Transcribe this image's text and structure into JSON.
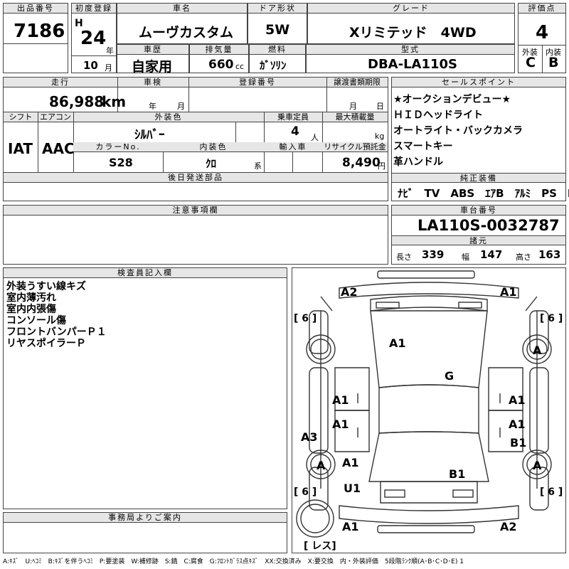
{
  "lot": {
    "label": "出品番号",
    "value": "7186"
  },
  "first_reg": {
    "label": "初度登録",
    "era": "H",
    "year": "24",
    "year_unit": "年",
    "month": "10",
    "month_unit": "月"
  },
  "car_name": {
    "label": "車名",
    "value": "ムーヴカスタム"
  },
  "door": {
    "label": "ドア形状",
    "value": "5W"
  },
  "grade": {
    "label": "グレード",
    "value": "Xリミテッド　4WD"
  },
  "score": {
    "label": "評価点",
    "value": "4",
    "ext_label": "外装",
    "int_label": "内装",
    "ext": "C",
    "int": "B"
  },
  "history": {
    "label": "車歴",
    "value": "自家用"
  },
  "displacement": {
    "label": "排気量",
    "value": "660",
    "unit": "cc"
  },
  "fuel": {
    "label": "燃料",
    "value": "ｶﾞｿﾘﾝ"
  },
  "model_code": {
    "label": "型式",
    "value": "DBA-LA110S"
  },
  "mileage": {
    "label": "走行",
    "value": "86,988",
    "unit": "km"
  },
  "inspection": {
    "label": "車検",
    "year_unit": "年",
    "month_unit": "月"
  },
  "reg_no": {
    "label": "登録番号"
  },
  "transfer": {
    "label": "譲渡書類期限",
    "month_unit": "月",
    "day_unit": "日"
  },
  "shift": {
    "label": "シフト",
    "value": "IAT"
  },
  "aircon": {
    "label": "エアコン",
    "value": "AAC"
  },
  "ext_color": {
    "label": "外装色",
    "value": "ｼﾙﾊﾞｰ"
  },
  "capacity": {
    "label": "乗車定員",
    "value": "4",
    "unit": "人"
  },
  "max_load": {
    "label": "最大積載量",
    "unit": "kg"
  },
  "color_no": {
    "label": "カラーNo.",
    "value": "S28"
  },
  "int_color": {
    "label": "内装色",
    "value": "ｸﾛ",
    "unit": "系"
  },
  "import": {
    "label": "輸入車"
  },
  "recycle": {
    "label": "リサイクル預託金",
    "value": "8,490",
    "unit": "円"
  },
  "later_parts": {
    "label": "後日発送部品"
  },
  "sales_points": {
    "label": "セールスポイント",
    "items": [
      "★オークションデビュー★",
      "ＨＩＤヘッドライト",
      "オートライト・バックカメラ",
      "スマートキー",
      "革ハンドル"
    ]
  },
  "equipment": {
    "label": "純正装備",
    "value": "ﾅﾋﾞ　TV　ABS　ｴｱB　ｱﾙﾐ　PS　PW"
  },
  "notes": {
    "label": "注意事項欄"
  },
  "chassis": {
    "label": "車台番号",
    "value": "LA110S-0032787"
  },
  "specs": {
    "label": "諸元",
    "length_label": "長さ",
    "length": "339",
    "width_label": "幅",
    "width": "147",
    "height_label": "高さ",
    "height": "163"
  },
  "inspector": {
    "label": "検査員記入欄",
    "lines": [
      "外装うすい線キズ",
      "室内薄汚れ",
      "室内内張傷",
      "コンソール傷",
      "フロントバンパーＰ１",
      "リヤスポイラーＰ"
    ]
  },
  "office": {
    "label": "事務局よりご案内"
  },
  "diagram": {
    "marks": {
      "a2_tl": "A2",
      "a1_tr": "A1",
      "a1_hood": "A1",
      "g_glass": "G",
      "a1_fl_door": "A1",
      "a1_fr_door": "A1",
      "a1_rl_door": "A1",
      "a1_rr_door": "A1",
      "b1_rr_door": "B1",
      "a3_left": "A3",
      "a1_left_rear": "A1",
      "u1_left": "U1",
      "b1_roof": "B1",
      "a1_bl": "A1",
      "a2_br": "A2",
      "bl_6": "[ 6 ]",
      "br_6": "[ 6 ]",
      "tl_6": "[ 6 ]",
      "tr_6": "[ 6 ]",
      "wheel_a": "A",
      "res": "[ レス]"
    }
  },
  "legend": "A:ｷｽﾞ　U:ﾍｺﾐ　B:ｷｽﾞを伴うﾍｺﾐ　P:要塗装　W:補修跡　S:錆　C:腐食　G:ﾌﾛﾝﾄｶﾞﾗｽ点ｷｽﾞ　XX:交換済み　X:要交換　内・外装評価　5段階ﾗﾝｸ順(A･B･C･D･E) 1"
}
